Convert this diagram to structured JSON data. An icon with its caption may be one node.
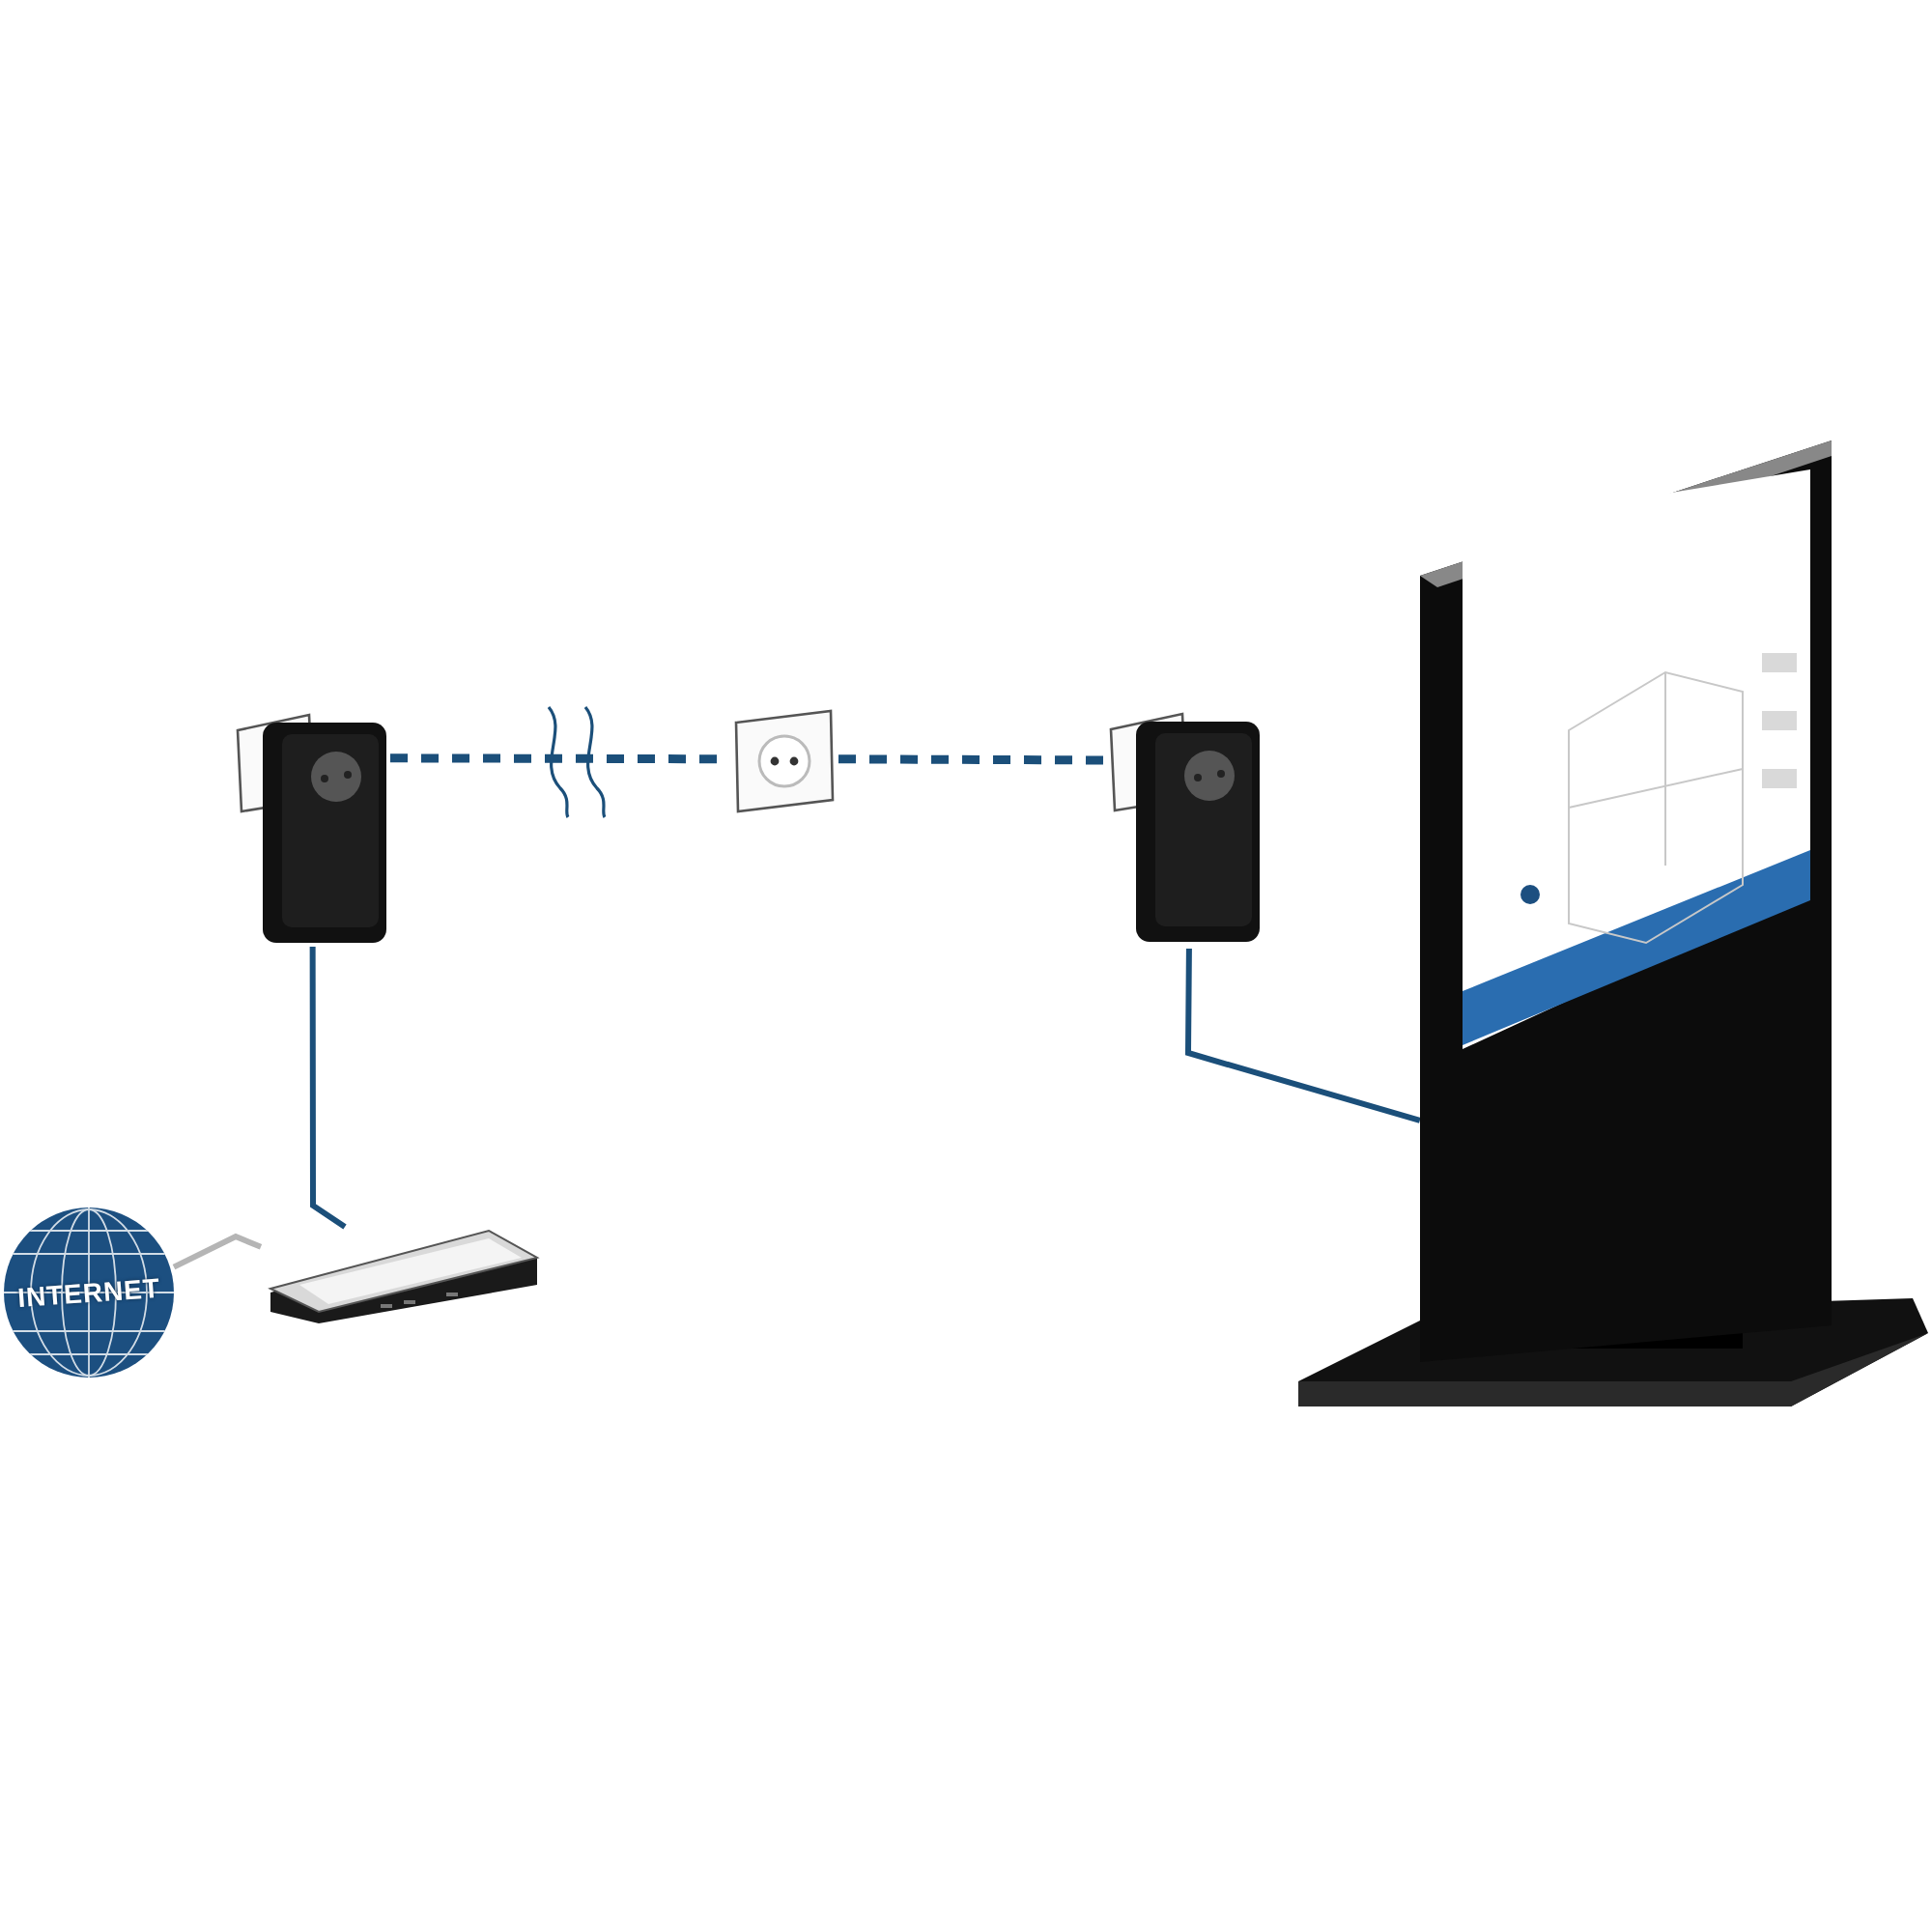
{
  "diagram": {
    "nodes": [
      {
        "text": [
          "INTERNET"
        ]
      },
      {
        "text": [],
        "shape": "picture"
      },
      {
        "text": [],
        "shape": "picture"
      },
      {
        "text": [],
        "shape": "picture"
      },
      {
        "text": [],
        "shape": "picture"
      },
      {
        "text": [],
        "shape": "picture"
      }
    ],
    "edges": [
      {
        "from": 0,
        "to": 1,
        "arrow": "none",
        "color": "#b5b5b5"
      },
      {
        "from": 1,
        "to": 2,
        "arrow": "none"
      },
      {
        "from": 2,
        "to": 3,
        "arrow": "none",
        "style": "dashed"
      },
      {
        "from": 3,
        "to": 4,
        "arrow": "none",
        "style": "dashed"
      },
      {
        "from": 4,
        "to": 5,
        "arrow": "none"
      }
    ]
  }
}
